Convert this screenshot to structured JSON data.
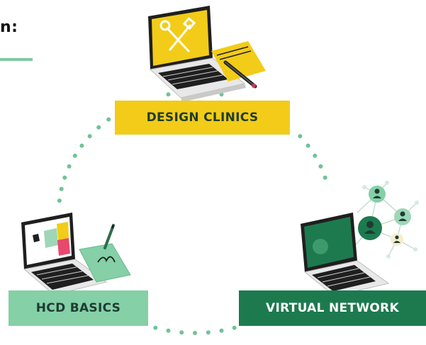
{
  "heading": {
    "text": "n:"
  },
  "labels": {
    "design_clinics": "DESIGN CLINICS",
    "hcd_basics": "HCD BASICS",
    "virtual_network": "VIRTUAL NETWORK"
  },
  "colors": {
    "dots": "#6fc397",
    "yellow": "#f2cc18",
    "light_green": "#85d0a6",
    "dark_green": "#1d7a4f",
    "text_dark": "#1d3c34"
  },
  "icons": [
    "laptop-tools-icon",
    "pen-icon",
    "laptop-color-swatch-icon",
    "laptop-network-icon",
    "user-node-icon"
  ]
}
